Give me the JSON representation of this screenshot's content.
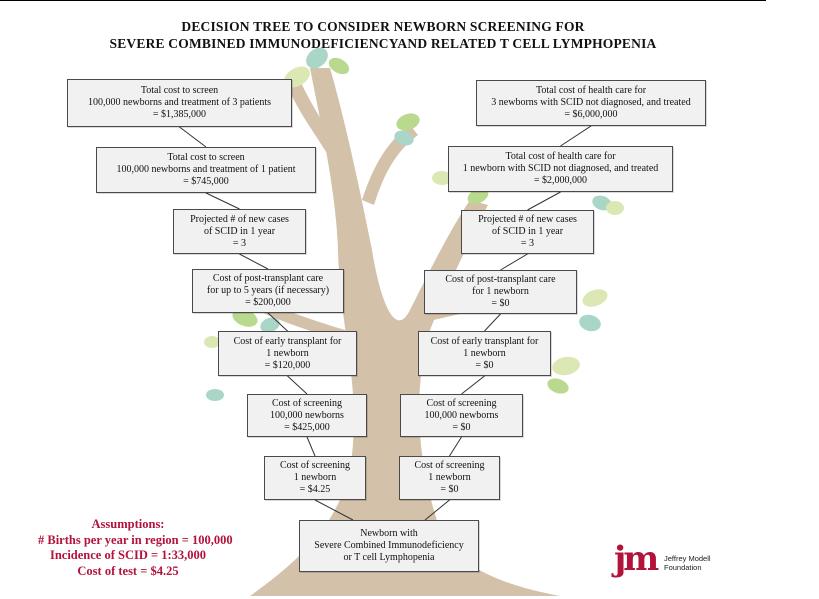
{
  "title": {
    "line1": "DECISION TREE TO CONSIDER NEWBORN SCREENING FOR",
    "line2": "SEVERE COMBINED IMMUNODEFICIENCYAND RELATED T CELL LYMPHOPENIA"
  },
  "left_boxes": [
    {
      "lines": [
        "Total cost to screen",
        "100,000 newborns and treatment of 3 patients",
        "= $1,385,000"
      ]
    },
    {
      "lines": [
        "Total cost to screen",
        "100,000 newborns and treatment of 1 patient",
        "= $745,000"
      ]
    },
    {
      "lines": [
        "Projected # of new cases",
        "of SCID in 1 year",
        "= 3"
      ]
    },
    {
      "lines": [
        "Cost of post-transplant care",
        "for up to 5 years (if necessary)",
        "= $200,000"
      ]
    },
    {
      "lines": [
        "Cost of early transplant for",
        "1 newborn",
        "= $120,000"
      ]
    },
    {
      "lines": [
        "Cost of screening",
        "100,000 newborns",
        "= $425,000"
      ]
    },
    {
      "lines": [
        "Cost of screening",
        "1 newborn",
        "= $4.25"
      ]
    }
  ],
  "right_boxes": [
    {
      "lines": [
        "Total cost of  health care for",
        "3 newborns with SCID not diagnosed, and treated",
        "= $6,000,000"
      ]
    },
    {
      "lines": [
        "Total cost of health care for",
        "1 newborn with SCID not diagnosed, and treated",
        "= $2,000,000"
      ]
    },
    {
      "lines": [
        "Projected # of new cases",
        "of SCID in 1 year",
        "= 3"
      ]
    },
    {
      "lines": [
        "Cost of post-transplant care",
        "for 1 newborn",
        "= $0"
      ]
    },
    {
      "lines": [
        "Cost of early transplant for",
        "1 newborn",
        "= $0"
      ]
    },
    {
      "lines": [
        "Cost of screening",
        "100,000 newborns",
        "= $0"
      ]
    },
    {
      "lines": [
        "Cost of screening",
        "1 newborn",
        "= $0"
      ]
    }
  ],
  "root_box": {
    "lines": [
      "Newborn with",
      "Severe Combined Immunodeficiency",
      "or T cell Lymphopenia"
    ]
  },
  "assumptions": {
    "heading": "Assumptions:",
    "births": "# Births per year in region = 100,000",
    "incidence": "Incidence of SCID = 1:33,000",
    "cost": "Cost of test = $4.25"
  },
  "logo": {
    "mark": "jm",
    "line1": "Jeffrey Modell",
    "line2": "Foundation"
  },
  "colors": {
    "trunk": "#d3c1aa",
    "leaf_light": "#dce8b4",
    "leaf_teal": "#a9d6c6",
    "leaf_green": "#b9d98e",
    "accent_red": "#b3123a"
  }
}
